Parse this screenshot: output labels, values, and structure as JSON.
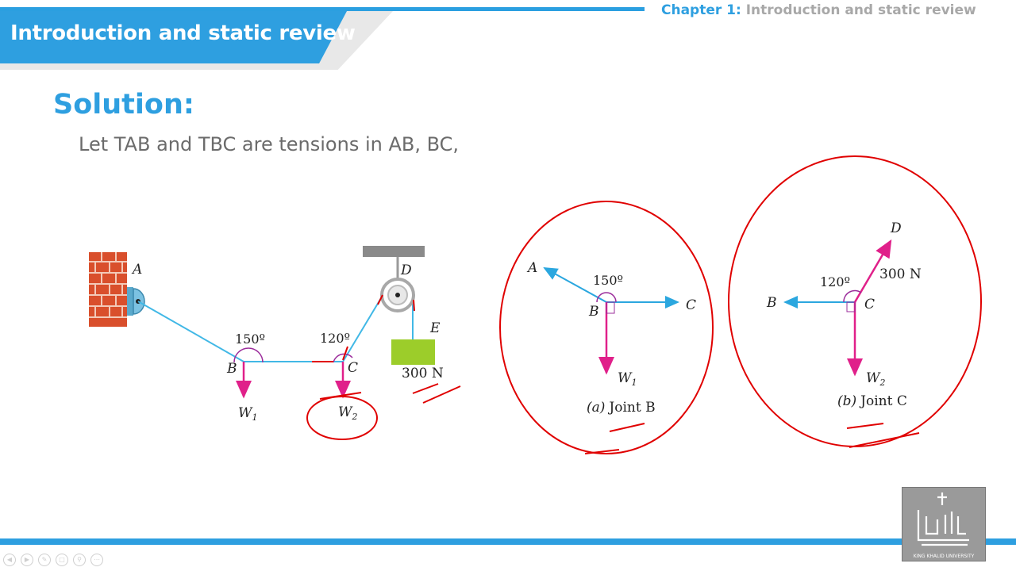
{
  "header": {
    "title": "Introduction and static review",
    "chapter_label": "Chapter 1:",
    "chapter_title": "Introduction and static review"
  },
  "main": {
    "heading": "Solution:",
    "text": "Let TAB and TBC are tensions in AB, BC,"
  },
  "diagram": {
    "point_a": "A",
    "point_b": "B",
    "point_c": "C",
    "point_d": "D",
    "point_e": "E",
    "angle_b": "150º",
    "angle_c": "120º",
    "weight_1": "W",
    "weight_1_sub": "1",
    "weight_2": "W",
    "weight_2_sub": "2",
    "load": "300 N"
  },
  "fbd_b": {
    "a": "A",
    "b": "B",
    "c": "C",
    "angle": "150º",
    "weight": "W",
    "weight_sub": "1",
    "caption_prefix": "(a)",
    "caption": "Joint B"
  },
  "fbd_c": {
    "d": "D",
    "b": "B",
    "c": "C",
    "angle": "120º",
    "force": "300 N",
    "weight": "W",
    "weight_sub": "2",
    "caption_prefix": "(b)",
    "caption": "Joint C"
  },
  "logo": {
    "text": "KING KHALID UNIVERSITY"
  },
  "colors": {
    "accent": "#2e9fe0",
    "rope": "#41b8e6",
    "weight_arrow": "#e0208a",
    "annotation": "#e00000",
    "block": "#9ccd2a",
    "brick": "#d94f2c"
  }
}
